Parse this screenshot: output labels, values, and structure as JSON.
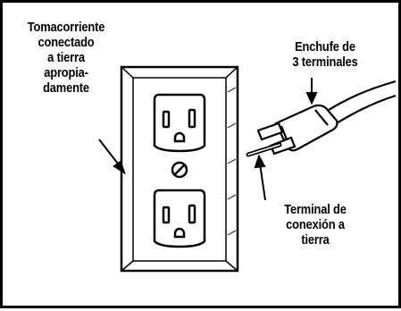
{
  "labels": {
    "outlet": "Tomacorriente\nconectado\na tierra\napropia-\ndamente",
    "plug": "Enchufe de\n3 terminales",
    "ground_pin": "Terminal de\nconexión a\ntierra"
  },
  "colors": {
    "ink": "#000000",
    "paper": "#ffffff"
  }
}
